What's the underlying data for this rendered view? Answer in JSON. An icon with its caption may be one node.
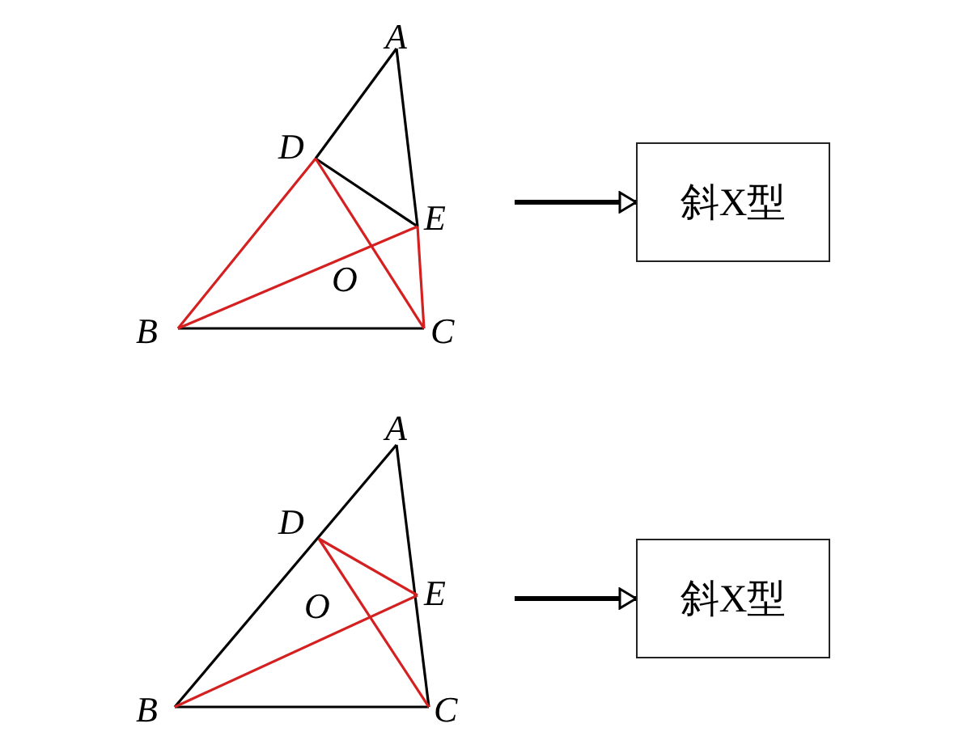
{
  "diagram": {
    "nodes": [
      {
        "text": [],
        "shape": "picture"
      },
      {
        "text": [
          "斜X型"
        ]
      },
      {
        "text": [],
        "shape": "picture"
      },
      {
        "text": [
          "斜X型"
        ]
      }
    ],
    "edges": [
      {
        "from": 0,
        "to": 1,
        "arrow": "to"
      },
      {
        "from": 2,
        "to": 3,
        "arrow": "to"
      }
    ],
    "labels": [
      "A",
      "D",
      "E",
      "O",
      "B",
      "C",
      "A",
      "D",
      "E",
      "O",
      "B",
      "C"
    ]
  }
}
